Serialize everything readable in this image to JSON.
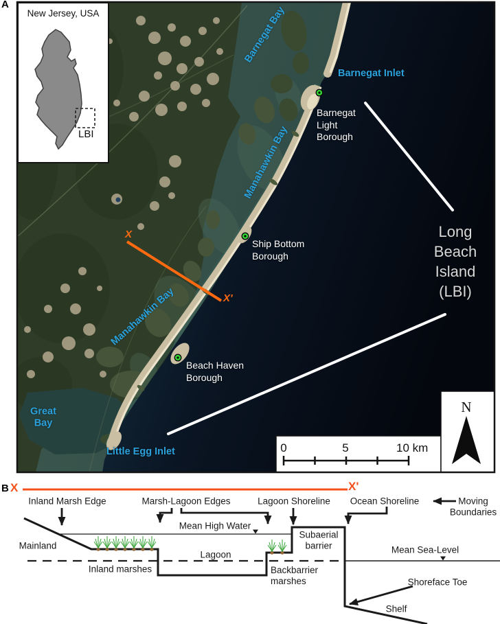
{
  "figure": {
    "panel_a_label": "A",
    "panel_b_label": "B"
  },
  "colors": {
    "water_label_blue": "#2ba1db",
    "transect_orange_map": "#ff6a10",
    "transect_orange_section": "#f4511c",
    "marker_green": "#35d435",
    "diagram_line": "#1a1a1a"
  },
  "panel_a": {
    "inset": {
      "title": "New Jersey, USA",
      "region_label": "LBI"
    },
    "water_labels": {
      "barnegat_bay": "Barnegat Bay",
      "barnegat_inlet": "Barnegat Inlet",
      "manahawkin_bay_upper": "Manahawkin Bay",
      "manahawkin_bay_lower": "Manahawkin Bay",
      "great_bay": "Great\nBay",
      "little_egg_inlet": "Little Egg Inlet"
    },
    "places": {
      "barnegat_light_borough": "Barnegat\nLight\nBorough",
      "ship_bottom_borough": "Ship Bottom\nBorough",
      "beach_haven_borough": "Beach Haven\nBorough",
      "long_beach_island": "Long\nBeach\nIsland\n(LBI)"
    },
    "transect": {
      "start": "X",
      "end": "X'"
    },
    "scale_bar": {
      "label_0": "0",
      "label_5": "5",
      "label_10": "10 km"
    },
    "north_arrow_label": "N"
  },
  "panel_b": {
    "transect": {
      "start": "X",
      "end": "X'"
    },
    "boundaries": {
      "inland_marsh_edge": "Inland Marsh Edge",
      "marsh_lagoon_edges": "Marsh-Lagoon Edges",
      "lagoon_shoreline": "Lagoon Shoreline",
      "ocean_shoreline": "Ocean Shoreline",
      "moving_boundaries": "Moving\nBoundaries"
    },
    "features": {
      "mainland": "Mainland",
      "mean_high_water": "Mean High Water",
      "lagoon": "Lagoon",
      "inland_marshes": "Inland marshes",
      "subaerial_barrier": "Subaerial\nbarrier",
      "backbarrier_marshes": "Backbarrier\nmarshes",
      "mean_sea_level": "Mean Sea-Level",
      "shoreface_toe": "Shoreface Toe",
      "shelf": "Shelf"
    }
  }
}
